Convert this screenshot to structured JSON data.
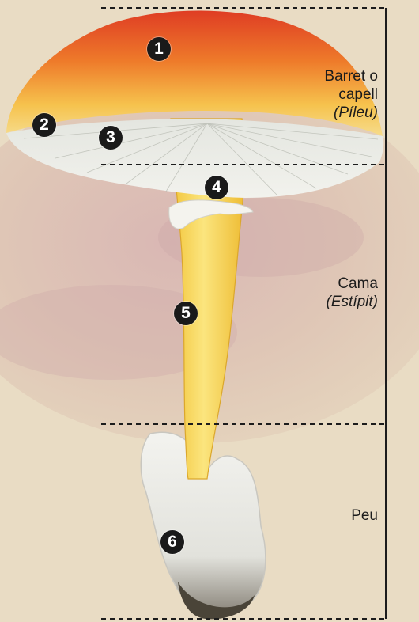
{
  "sections": {
    "pileu": {
      "line1": "Barret o",
      "line2": "capell",
      "italic": "(Píleu)"
    },
    "estipit": {
      "line1": "Cama",
      "italic": "(Estípit)"
    },
    "peu": {
      "line1": "Peu"
    }
  },
  "markers": [
    "1",
    "2",
    "3",
    "4",
    "5",
    "6"
  ],
  "colors": {
    "cap_red": "#e2442a",
    "cap_orange": "#f08a2c",
    "cap_yellow": "#f6c94e",
    "stem_yellow": "#f7d44a",
    "volva_white": "#efefec",
    "gills": "#dfe2dc",
    "background": "#e9dcc4",
    "bracket": "#1c1c1c"
  }
}
